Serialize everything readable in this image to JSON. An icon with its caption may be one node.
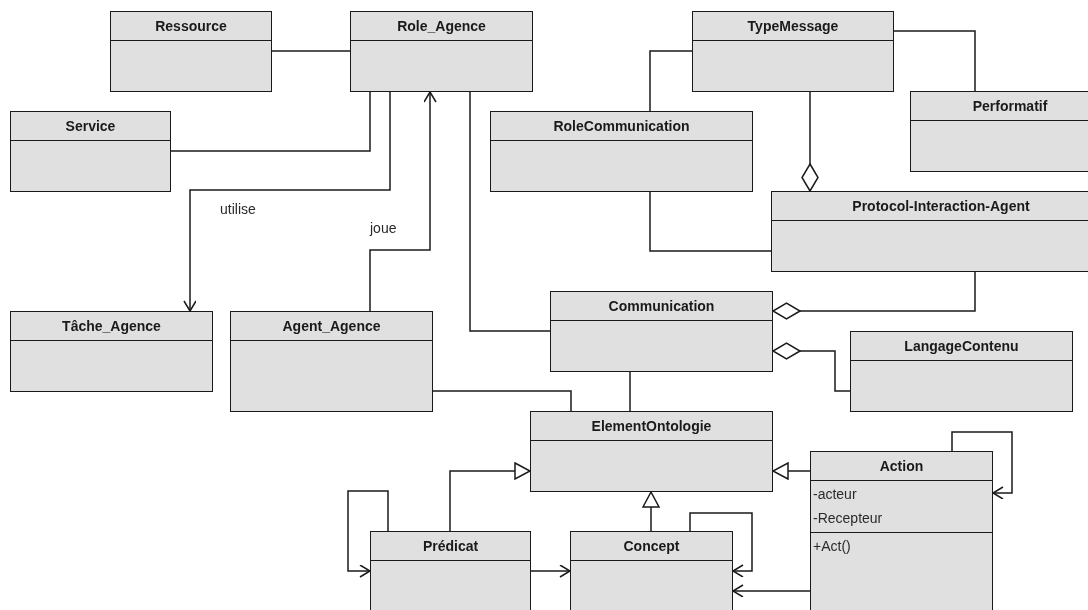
{
  "diagram": {
    "nodes": [
      {
        "text": [
          "Ressource"
        ]
      },
      {
        "text": [
          "Role_Agence"
        ]
      },
      {
        "text": [
          "TypeMessage"
        ]
      },
      {
        "text": [
          "Service"
        ]
      },
      {
        "text": [
          "RoleCommunication"
        ]
      },
      {
        "text": [
          "Performatif"
        ]
      },
      {
        "text": [
          "Protocol-Interaction-Agent"
        ]
      },
      {
        "text": [
          "Tâche_Agence"
        ]
      },
      {
        "text": [
          "Agent_Agence"
        ]
      },
      {
        "text": [
          "Communication"
        ]
      },
      {
        "text": [
          "LangageContenu"
        ]
      },
      {
        "text": [
          "ElementOntologie"
        ]
      },
      {
        "text": [
          "Action",
          "-acteur",
          "-Recepteur",
          "+Act()"
        ]
      },
      {
        "text": [
          "Prédicat"
        ]
      },
      {
        "text": [
          "Concept"
        ]
      }
    ],
    "edges": [
      {
        "from": 0,
        "to": 1,
        "arrow": "none"
      },
      {
        "from": 3,
        "to": 1,
        "arrow": "none"
      },
      {
        "from": 1,
        "to": 7,
        "arrow": "to",
        "label": "utilise"
      },
      {
        "from": 8,
        "to": 1,
        "arrow": "to",
        "label": "joue"
      },
      {
        "from": 1,
        "to": 9,
        "arrow": "none"
      },
      {
        "from": 2,
        "to": 4,
        "arrow": "none"
      },
      {
        "from": 2,
        "to": 5,
        "arrow": "none"
      },
      {
        "from": 2,
        "to": 6,
        "arrow": "other"
      },
      {
        "from": 4,
        "to": 6,
        "arrow": "none"
      },
      {
        "from": 6,
        "to": 9,
        "arrow": "other"
      },
      {
        "from": 10,
        "to": 9,
        "arrow": "other"
      },
      {
        "from": 9,
        "to": 11,
        "arrow": "none"
      },
      {
        "from": 8,
        "to": 11,
        "arrow": "none"
      },
      {
        "from": 13,
        "to": 11,
        "arrow": "to"
      },
      {
        "from": 14,
        "to": 11,
        "arrow": "to"
      },
      {
        "from": 12,
        "to": 11,
        "arrow": "to"
      },
      {
        "from": 13,
        "to": 13,
        "arrow": "to"
      },
      {
        "from": 13,
        "to": 14,
        "arrow": "to"
      },
      {
        "from": 14,
        "to": 14,
        "arrow": "to"
      },
      {
        "from": 12,
        "to": 14,
        "arrow": "to"
      },
      {
        "from": 12,
        "to": 12,
        "arrow": "to"
      }
    ]
  }
}
